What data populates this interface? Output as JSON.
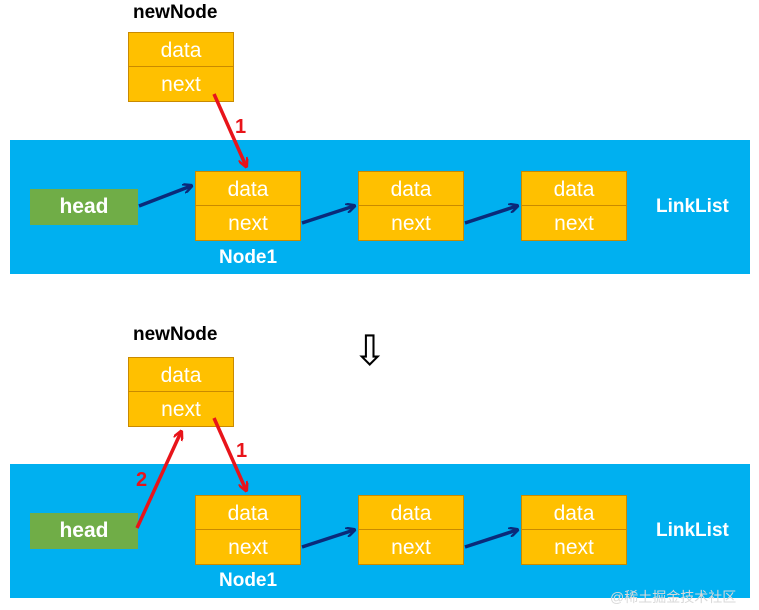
{
  "labels": {
    "new_node": "newNode",
    "data": "data",
    "next": "next",
    "head": "head",
    "node1": "Node1",
    "linklist": "LinkList",
    "step1": "1",
    "step2": "2",
    "transition_arrow": "⇩"
  },
  "watermark": "@稀土掘金技术社区",
  "colors": {
    "band": "#00b0f0",
    "node_fill": "#ffc000",
    "head_fill": "#70ad47",
    "link_arrow": "#0a2a7a",
    "new_arrow": "#e8141a"
  }
}
